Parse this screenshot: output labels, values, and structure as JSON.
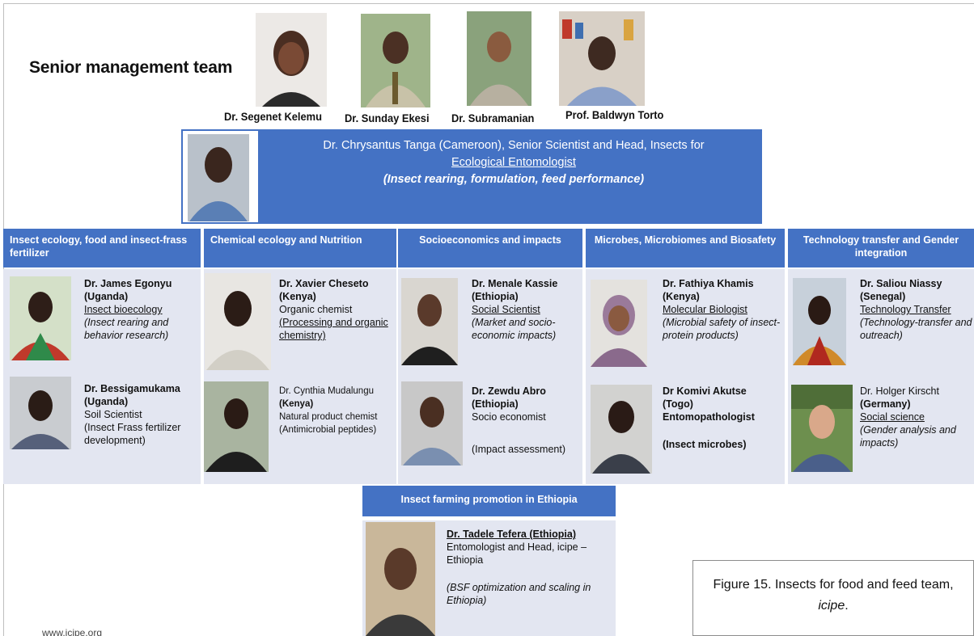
{
  "title": "Senior management team",
  "senior": [
    {
      "name": "Dr. Segenet Kelemu"
    },
    {
      "name": "Dr. Sunday Ekesi"
    },
    {
      "name": "Dr. Subramanian"
    },
    {
      "name": "Prof. Baldwyn Torto"
    }
  ],
  "head": {
    "line1": "Dr. Chrysantus Tanga (Cameroon), Senior Scientist and Head, Insects for",
    "line2": "Ecological Entomologist",
    "line3": "(Insect rearing, formulation, feed performance)"
  },
  "columns": [
    {
      "header": "Insect ecology, food and insect-frass fertilizer",
      "people": [
        {
          "name": "Dr. James Egonyu",
          "country": "(Uganda)",
          "role": "Insect bioecology",
          "focus": "(Insect rearing and behavior research)"
        },
        {
          "name": "Dr. Bessigamukama",
          "country": "(Uganda)",
          "role": "Soil Scientist",
          "focus": "(Insect Frass fertilizer development)"
        }
      ]
    },
    {
      "header": "Chemical ecology and Nutrition",
      "people": [
        {
          "name": "Dr. Xavier Cheseto",
          "country": "(Kenya)",
          "role": "Organic chemist",
          "focus": "(Processing and organic chemistry)"
        },
        {
          "name": "Dr. Cynthia Mudalungu",
          "country": "(Kenya)",
          "role": "Natural product chemist",
          "focus": "(Antimicrobial peptides)"
        }
      ]
    },
    {
      "header": "Socioeconomics and impacts",
      "people": [
        {
          "name": "Dr. Menale Kassie",
          "country": "(Ethiopia)",
          "role": "Social Scientist",
          "focus": "(Market and socio-economic impacts)"
        },
        {
          "name": "Dr. Zewdu Abro",
          "country": "(Ethiopia)",
          "role": "Socio economist",
          "focus": "(Impact assessment)"
        }
      ]
    },
    {
      "header": "Microbes, Microbiomes and Biosafety",
      "people": [
        {
          "name": "Dr. Fathiya Khamis",
          "country": "(Kenya)",
          "role": "Molecular Biologist",
          "focus": "(Microbial safety of insect-protein products)"
        },
        {
          "name": "Dr Komivi Akutse",
          "country": "(Togo)",
          "role": "Entomopathologist",
          "focus": "(Insect microbes)"
        }
      ]
    },
    {
      "header": "Technology transfer and Gender integration",
      "people": [
        {
          "name": "Dr. Saliou Niassy",
          "country": "(Senegal)",
          "role": "Technology Transfer",
          "focus": "(Technology-transfer and outreach)"
        },
        {
          "name": "Dr. Holger Kirscht",
          "country": "(Germany)",
          "role": "Social science",
          "focus": "(Gender analysis and impacts)"
        }
      ]
    }
  ],
  "ethiopia": {
    "header": "Insect farming promotion in Ethiopia",
    "name": "Dr. Tadele Tefera (Ethiopia)",
    "role": "Entomologist and Head, icipe – Ethiopia",
    "focus": "(BSF optimization and scaling in Ethiopia)"
  },
  "figure": {
    "caption_plain": "Figure 15. Insects for food and feed team, ",
    "caption_italic": "icipe",
    "caption_end": "."
  },
  "footer_url": "www.icipe.org"
}
